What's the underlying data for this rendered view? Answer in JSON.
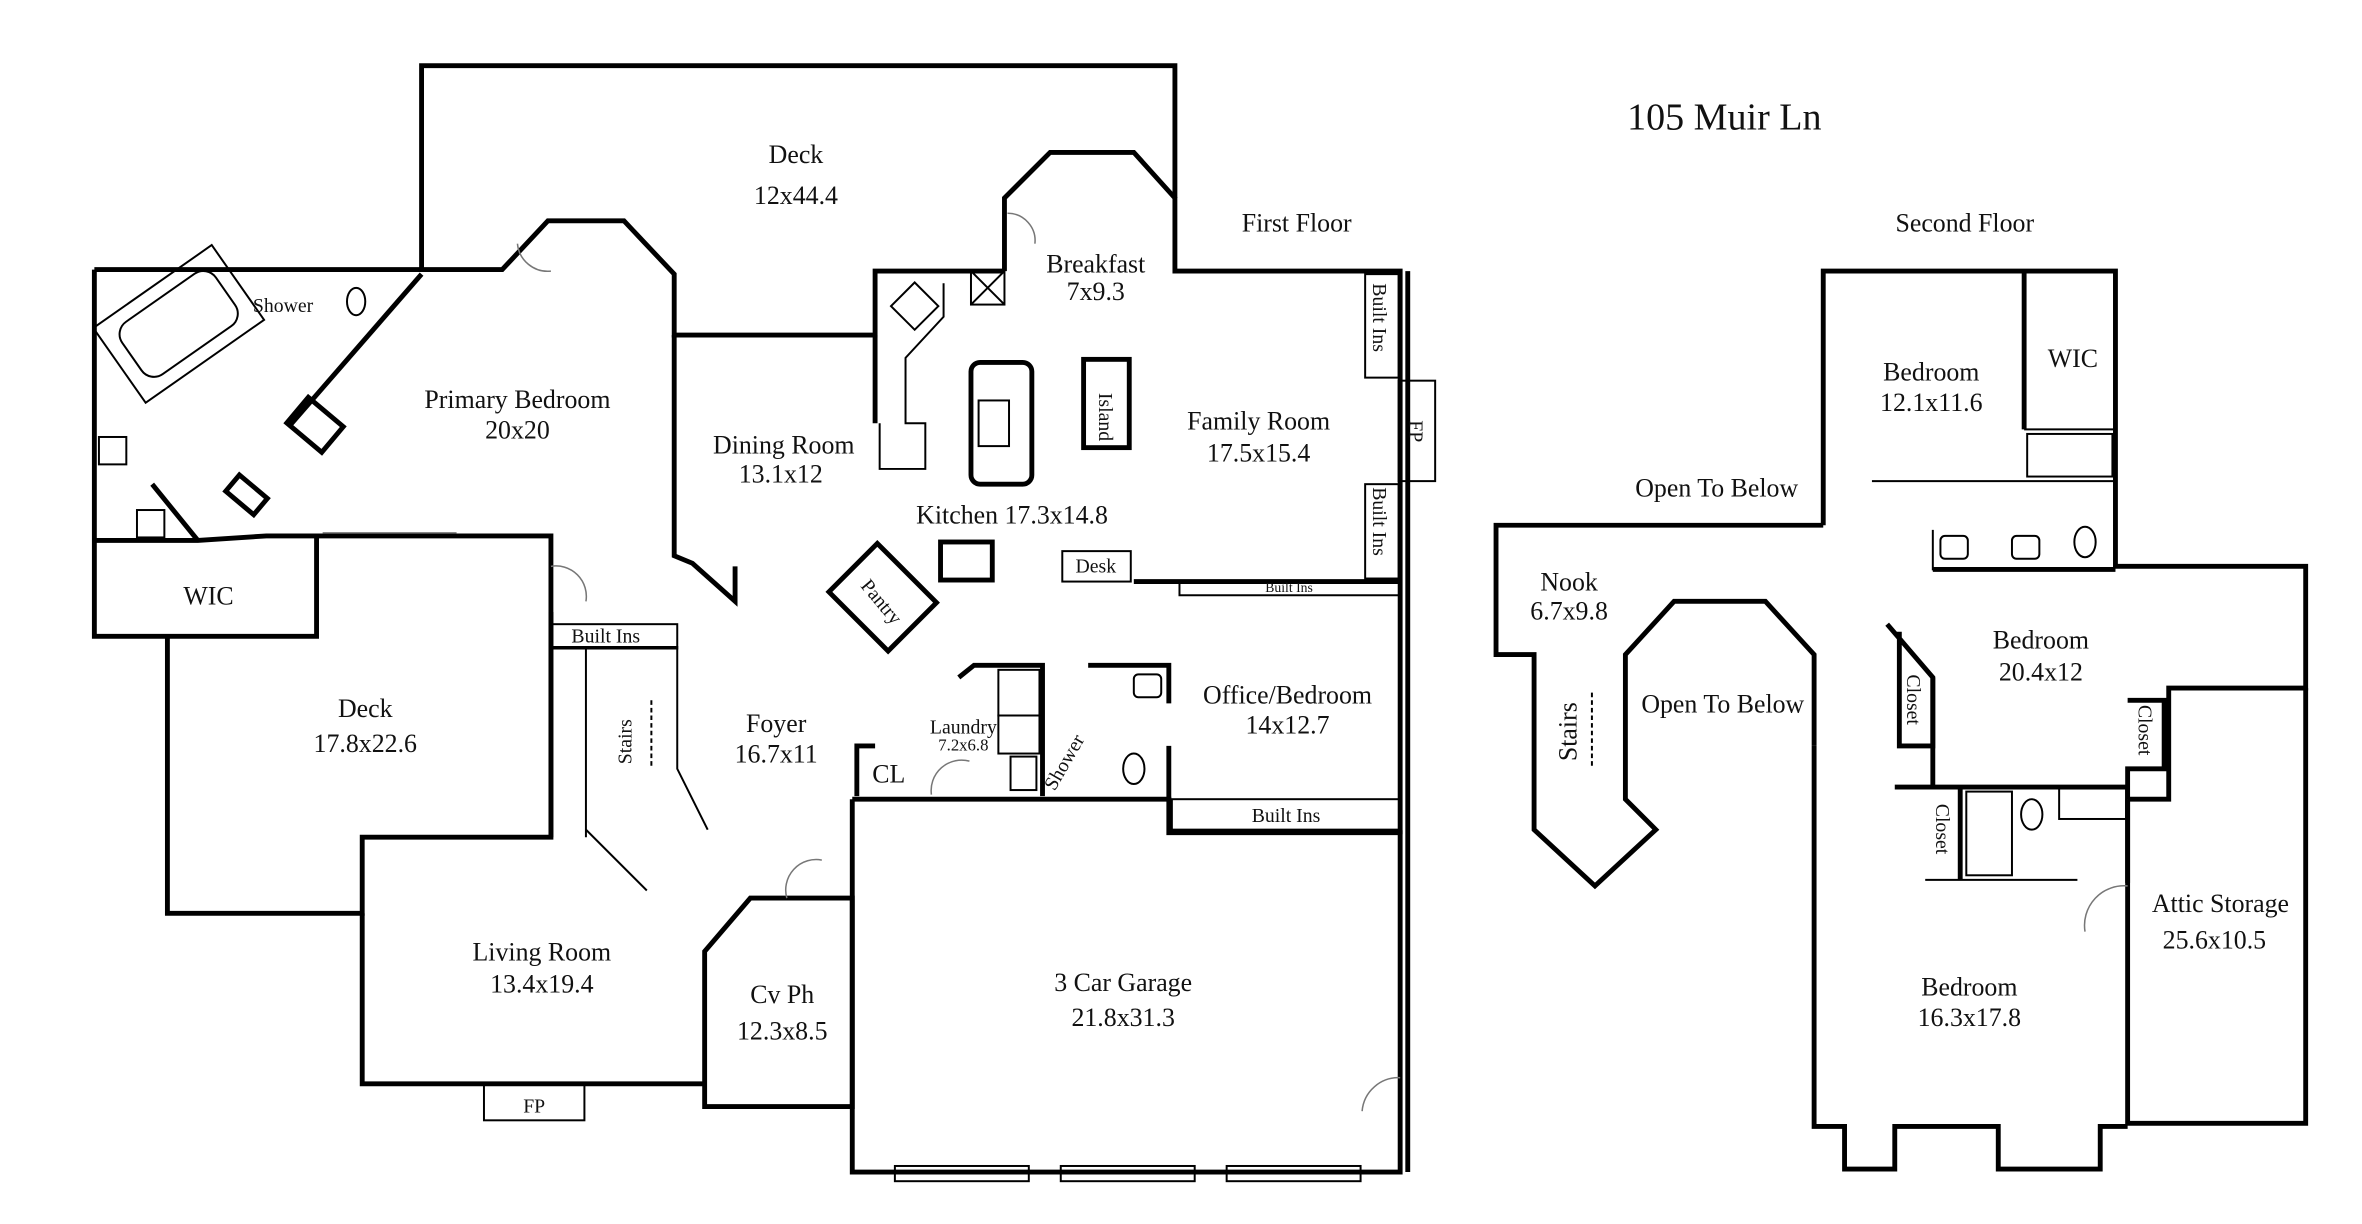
{
  "title": "105 Muir Ln",
  "first_floor": {
    "label": "First Floor",
    "rooms": {
      "deck_top": {
        "name": "Deck",
        "size": "12x44.4"
      },
      "breakfast": {
        "name": "Breakfast",
        "size": "7x9.3"
      },
      "primary_bedroom": {
        "name": "Primary Bedroom",
        "size": "20x20"
      },
      "shower": {
        "name": "Shower"
      },
      "dining": {
        "name": "Dining Room",
        "size": "13.1x12"
      },
      "island": {
        "name": "Island"
      },
      "family": {
        "name": "Family Room",
        "size": "17.5x15.4"
      },
      "kitchen": {
        "name": "Kitchen 17.3x14.8"
      },
      "desk": {
        "name": "Desk"
      },
      "pantry": {
        "name": "Pantry"
      },
      "wic": {
        "name": "WIC"
      },
      "deck_left": {
        "name": "Deck",
        "size": "17.8x22.6"
      },
      "foyer": {
        "name": "Foyer",
        "size": "16.7x11"
      },
      "stairs": {
        "name": "Stairs"
      },
      "laundry": {
        "name": "Laundry",
        "size": "7.2x6.8"
      },
      "shower2": {
        "name": "Shower"
      },
      "cl": {
        "name": "CL"
      },
      "office": {
        "name": "Office/Bedroom",
        "size": "14x12.7"
      },
      "living": {
        "name": "Living Room",
        "size": "13.4x19.4"
      },
      "cvph": {
        "name": "Cv Ph",
        "size": "12.3x8.5"
      },
      "garage": {
        "name": "3 Car Garage",
        "size": "21.8x31.3"
      }
    },
    "built_ins": [
      "Built Ins",
      "Built Ins",
      "Built Ins",
      "Built Ins",
      "Built Ins"
    ],
    "fp": [
      "FP",
      "FP"
    ]
  },
  "second_floor": {
    "label": "Second Floor",
    "rooms": {
      "bedroom1": {
        "name": "Bedroom",
        "size": "12.1x11.6"
      },
      "wic": {
        "name": "WIC"
      },
      "open_below1": {
        "name": "Open To Below"
      },
      "nook": {
        "name": "Nook",
        "size": "6.7x9.8"
      },
      "stairs": {
        "name": "Stairs"
      },
      "open_below2": {
        "name": "Open To Below"
      },
      "bedroom2": {
        "name": "Bedroom",
        "size": "20.4x12"
      },
      "attic": {
        "name": "Attic Storage",
        "size": "25.6x10.5"
      },
      "bedroom3": {
        "name": "Bedroom",
        "size": "16.3x17.8"
      }
    },
    "closets": [
      "Closet",
      "Closet",
      "Closet"
    ]
  }
}
